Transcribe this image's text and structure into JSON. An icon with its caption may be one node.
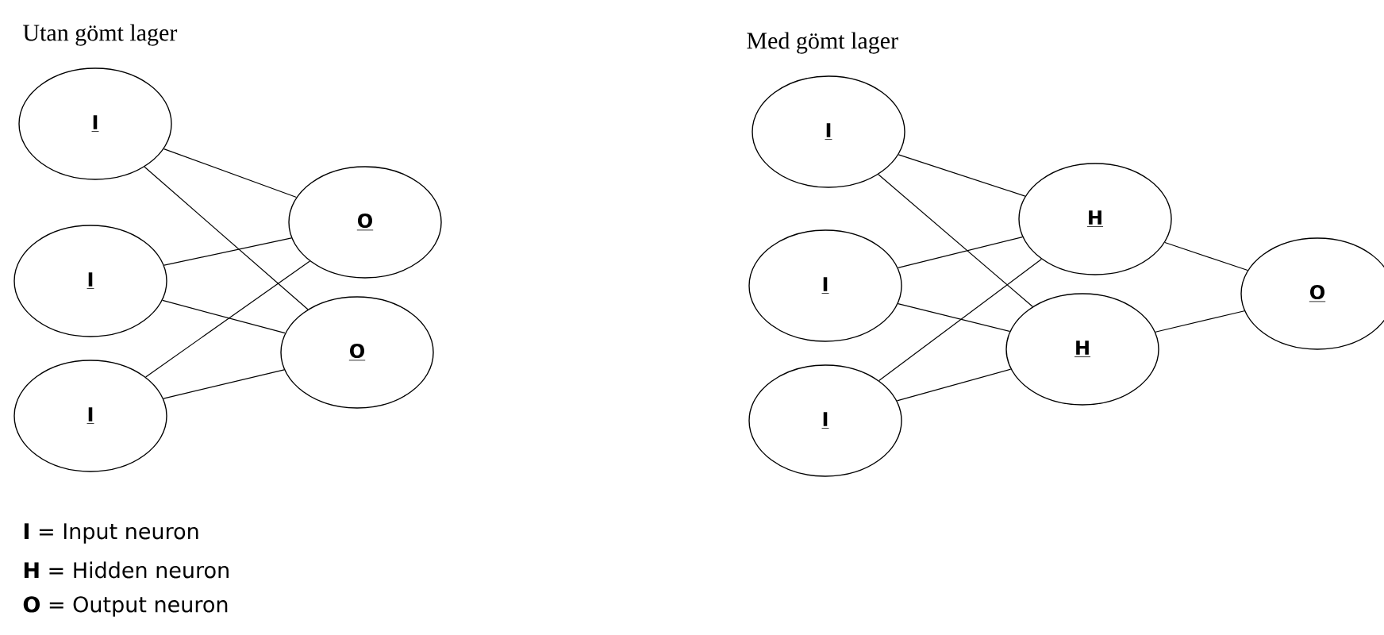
{
  "diagram": {
    "nodes": [
      {
        "text": [
          "I"
        ]
      },
      {
        "text": [
          "I"
        ]
      },
      {
        "text": [
          "I"
        ]
      },
      {
        "text": [
          "O"
        ]
      },
      {
        "text": [
          "O"
        ]
      },
      {
        "text": [
          "I"
        ]
      },
      {
        "text": [
          "I"
        ]
      },
      {
        "text": [
          "I"
        ]
      },
      {
        "text": [
          "H"
        ]
      },
      {
        "text": [
          "H"
        ]
      },
      {
        "text": [
          "O"
        ]
      }
    ],
    "edges": [
      {
        "from": 0,
        "to": 3,
        "arrow": "none"
      },
      {
        "from": 0,
        "to": 4,
        "arrow": "none"
      },
      {
        "from": 1,
        "to": 3,
        "arrow": "none"
      },
      {
        "from": 1,
        "to": 4,
        "arrow": "none"
      },
      {
        "from": 2,
        "to": 3,
        "arrow": "none"
      },
      {
        "from": 2,
        "to": 4,
        "arrow": "none"
      },
      {
        "from": 5,
        "to": 8,
        "arrow": "none"
      },
      {
        "from": 5,
        "to": 9,
        "arrow": "none"
      },
      {
        "from": 6,
        "to": 8,
        "arrow": "none"
      },
      {
        "from": 6,
        "to": 9,
        "arrow": "none"
      },
      {
        "from": 7,
        "to": 8,
        "arrow": "none"
      },
      {
        "from": 7,
        "to": 9,
        "arrow": "none"
      },
      {
        "from": 8,
        "to": 10,
        "arrow": "none"
      },
      {
        "from": 9,
        "to": 10,
        "arrow": "none"
      }
    ],
    "labels": [
      "Utan gömt lager",
      "Med gömt lager",
      "**I** = Input neuron",
      "**H** = Hidden neuron",
      "**O** = Output neuron"
    ]
  }
}
